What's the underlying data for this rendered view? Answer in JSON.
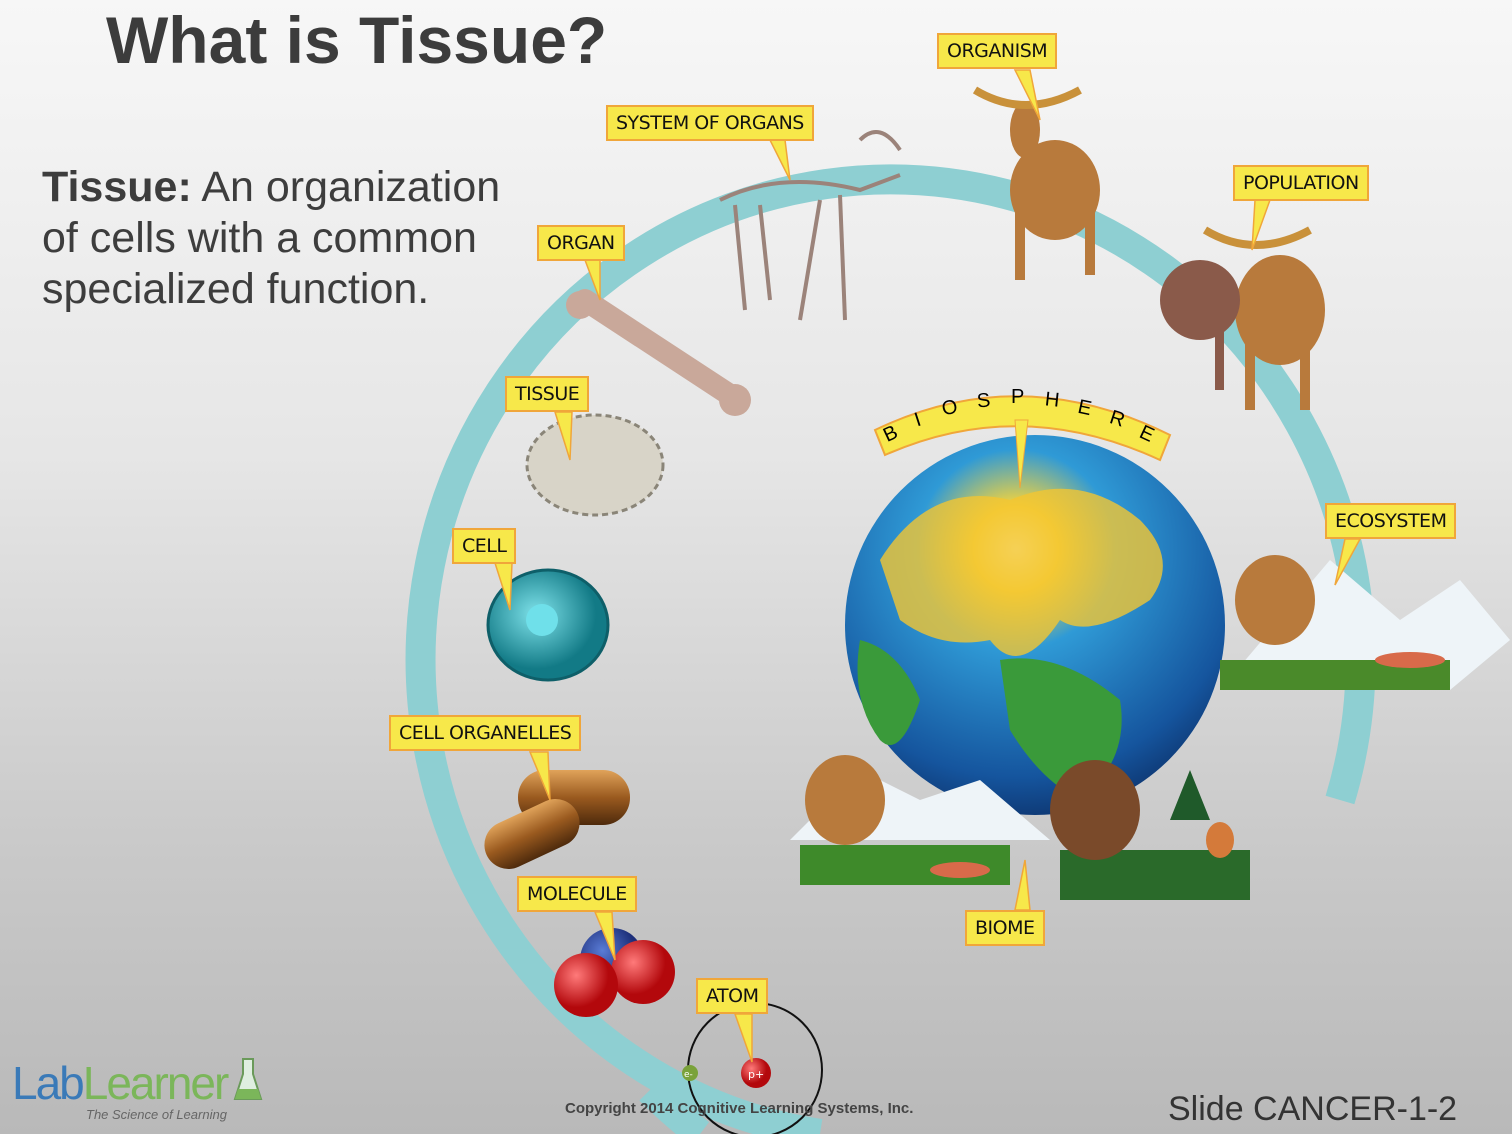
{
  "title": "What is Tissue?",
  "definition": {
    "term": "Tissue:",
    "text": " An organization of cells with a common specialized function."
  },
  "labels": {
    "organism": "ORGANISM",
    "system_of_organs": "SYSTEM OF ORGANS",
    "population": "POPULATION",
    "organ": "ORGAN",
    "tissue": "TISSUE",
    "cell": "CELL",
    "ecosystem": "ECOSYSTEM",
    "cell_organelles": "CELL ORGANELLES",
    "molecule": "MOLECULE",
    "biome": "BIOME",
    "atom": "ATOM"
  },
  "biosphere": [
    "B",
    "I",
    "O",
    "S",
    "P",
    "H",
    "E",
    "R",
    "E"
  ],
  "atom_particles": {
    "electron": "e-",
    "proton": "p+"
  },
  "footer": {
    "logo_lab": "Lab",
    "logo_learner": "Learner",
    "tagline": "The Science of Learning",
    "copyright": "Copyright 2014 Cognitive Learning Systems, Inc.",
    "slide_id": "Slide CANCER-1-2"
  },
  "colors": {
    "ring": "#8ecfd2",
    "label_bg": "#f7e84a",
    "label_border": "#f0a63a"
  }
}
